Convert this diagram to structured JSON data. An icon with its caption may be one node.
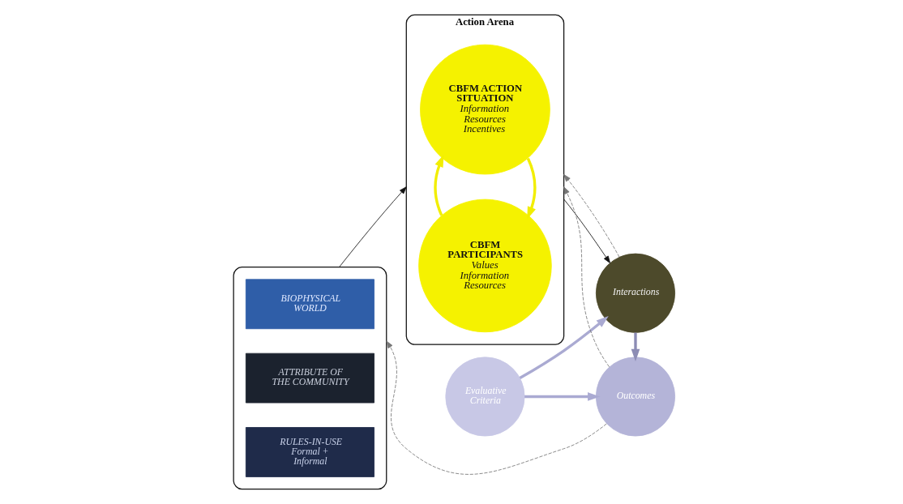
{
  "diagram": {
    "nodes": [
      {
        "text": [],
        "shape": "box"
      },
      {
        "text": [
          "BIOPHYSICAL WORLD"
        ],
        "in": 0
      },
      {
        "text": [
          "ATTRIBUTE OF THE COMMUNITY"
        ],
        "in": 0
      },
      {
        "text": [
          "RULES-IN-USE",
          "Formal + Informal"
        ],
        "in": 0
      },
      {
        "text": [
          "Action Arena"
        ]
      },
      {
        "text": [
          "CBFM ACTION SITUATION",
          "Information Resources Incentives"
        ],
        "in": 4
      },
      {
        "text": [
          "CBFM PARTICIPANTS",
          "Values Information Resources"
        ],
        "in": 4
      },
      {
        "text": [
          "Interactions"
        ]
      },
      {
        "text": [
          "Evaluative Criteria"
        ]
      },
      {
        "text": [
          "Outcomes"
        ]
      }
    ],
    "edges": [
      {
        "from": 0,
        "to": 4,
        "arrow": "to",
        "color": "#111111"
      },
      {
        "from": 5,
        "to": 6,
        "arrow": "to",
        "color": "#f2ee00",
        "style": "thick"
      },
      {
        "from": 6,
        "to": 5,
        "arrow": "to",
        "color": "#f2ee00",
        "style": "thick"
      },
      {
        "from": 4,
        "to": 7,
        "arrow": "to",
        "color": "#111111"
      },
      {
        "from": 7,
        "to": 4,
        "arrow": "to",
        "style": "dashed",
        "color": "#777777"
      },
      {
        "from": 7,
        "to": 9,
        "arrow": "to",
        "color": "#8c8cb4",
        "style": "thick"
      },
      {
        "from": 8,
        "to": 7,
        "arrow": "to",
        "color": "#aaaad2",
        "style": "thick"
      },
      {
        "from": 8,
        "to": 9,
        "arrow": "to",
        "color": "#aaaad2",
        "style": "thick"
      },
      {
        "from": 9,
        "to": 0,
        "arrow": "to",
        "style": "dashed",
        "color": "#777777"
      },
      {
        "from": 9,
        "to": 4,
        "arrow": "to",
        "style": "dashed",
        "color": "#777777"
      }
    ]
  }
}
